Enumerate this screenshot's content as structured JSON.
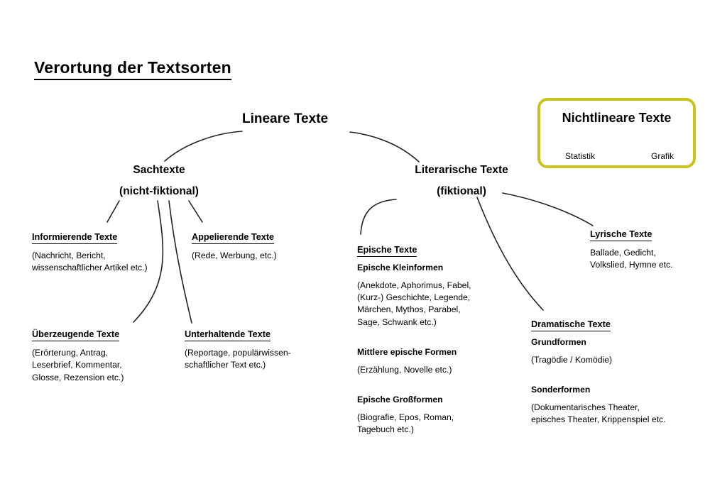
{
  "title": "Verortung der Textsorten",
  "root": {
    "label": "Lineare Texte"
  },
  "branches": {
    "sachtexte": {
      "label": "Sachtexte",
      "sublabel": "(nicht-fiktional)"
    },
    "literarische": {
      "label": "Literarische Texte",
      "sublabel": "(fiktional)"
    }
  },
  "nonlinear_box": {
    "title": "Nichtlineare Texte",
    "left_connector": "/",
    "right_connector": "\\",
    "children": [
      {
        "label": "Statistik"
      },
      {
        "label": "Grafik"
      }
    ],
    "border_color": "#C9C21C"
  },
  "leaves": {
    "informierende": {
      "heading": "Informierende Texte",
      "lines": [
        "(Nachricht, Bericht,",
        "wissenschaftlicher Artikel etc.)"
      ]
    },
    "appelierende": {
      "heading": "Appelierende Texte",
      "lines": [
        "(Rede, Werbung, etc.)"
      ]
    },
    "ueberzeugende": {
      "heading": "Überzeugende Texte",
      "lines": [
        "(Erörterung, Antrag,",
        "Leserbrief, Kommentar,",
        "Glosse, Rezension etc.)"
      ]
    },
    "unterhaltende": {
      "heading": "Unterhaltende Texte",
      "lines": [
        "(Reportage, populärwissen-",
        "schaftlicher Text etc.)"
      ]
    },
    "epische": {
      "heading": "Epische Texte",
      "groups": [
        {
          "subheading": "Epische Kleinformen",
          "lines": [
            "(Anekdote, Aphorimus, Fabel,",
            "(Kurz-) Geschichte, Legende,",
            "Märchen, Mythos, Parabel,",
            "Sage, Schwank etc.)"
          ]
        },
        {
          "subheading": "Mittlere epische Formen",
          "lines": [
            "(Erzählung, Novelle etc.)"
          ]
        },
        {
          "subheading": "Epische Großformen",
          "lines": [
            "(Biografie, Epos, Roman,",
            "Tagebuch etc.)"
          ]
        }
      ]
    },
    "lyrische": {
      "heading": "Lyrische Texte",
      "lines": [
        "Ballade, Gedicht,",
        "Volkslied, Hymne etc."
      ]
    },
    "dramatische": {
      "heading": "Dramatische Texte",
      "groups": [
        {
          "subheading": "Grundformen",
          "lines": [
            "(Tragödie / Komödie)"
          ]
        },
        {
          "subheading": "Sonderformen",
          "lines": [
            "(Dokumentarisches Theater,",
            "episches Theater, Krippenspiel etc."
          ]
        }
      ]
    }
  }
}
